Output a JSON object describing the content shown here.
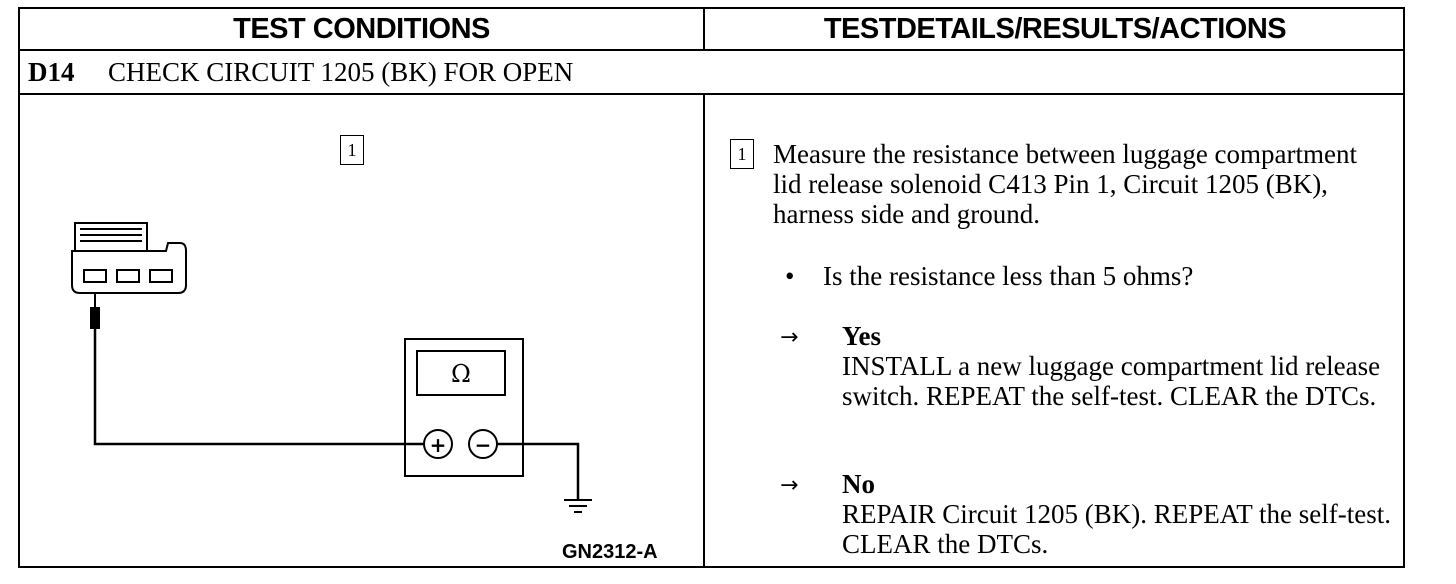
{
  "header": {
    "left": "TEST CONDITIONS",
    "right": "TESTDETAILS/RESULTS/ACTIONS"
  },
  "step": {
    "id": "D14",
    "title": "CHECK CIRCUIT 1205 (BK) FOR OPEN"
  },
  "diagram": {
    "step_marker": "1",
    "meter_symbol": "Ω",
    "plus": "+",
    "minus": "−",
    "figure_code": "GN2312-A"
  },
  "details": {
    "step_marker": "1",
    "instruction": "Measure the resistance between luggage compartment lid release solenoid C413 Pin 1, Circuit 1205 (BK), harness side and ground.",
    "bullet": "•",
    "question": "Is the resistance less than 5 ohms?",
    "arrow": "→",
    "yes": {
      "label": "Yes",
      "action": "INSTALL a new luggage compartment lid release switch. REPEAT the self-test. CLEAR the DTCs."
    },
    "no": {
      "label": "No",
      "action": "REPAIR Circuit 1205 (BK). REPEAT the self-test. CLEAR the DTCs."
    }
  }
}
